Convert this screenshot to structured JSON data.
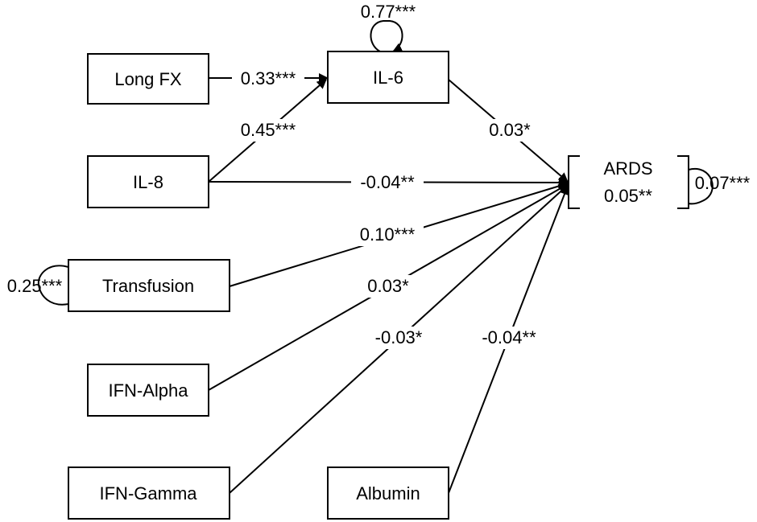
{
  "nodes": {
    "long_fx": "Long FX",
    "il6": "IL-6",
    "il8": "IL-8",
    "ards": "ARDS",
    "ards_residual": "0.05**",
    "transfusion": "Transfusion",
    "ifn_alpha": "IFN-Alpha",
    "ifn_gamma": "IFN-Gamma",
    "albumin": "Albumin"
  },
  "paths": {
    "longfx_il6": "0.33***",
    "il8_il6": "0.45***",
    "il6_ards": "0.03*",
    "il8_ards": "-0.04**",
    "transfusion_ards": "0.10***",
    "ifnalpha_ards": "0.03*",
    "ifngamma_ards": "-0.03*",
    "albumin_ards": "-0.04**"
  },
  "variances": {
    "il6": "0.77***",
    "ards": "0.07***",
    "transfusion": "0.25***"
  }
}
